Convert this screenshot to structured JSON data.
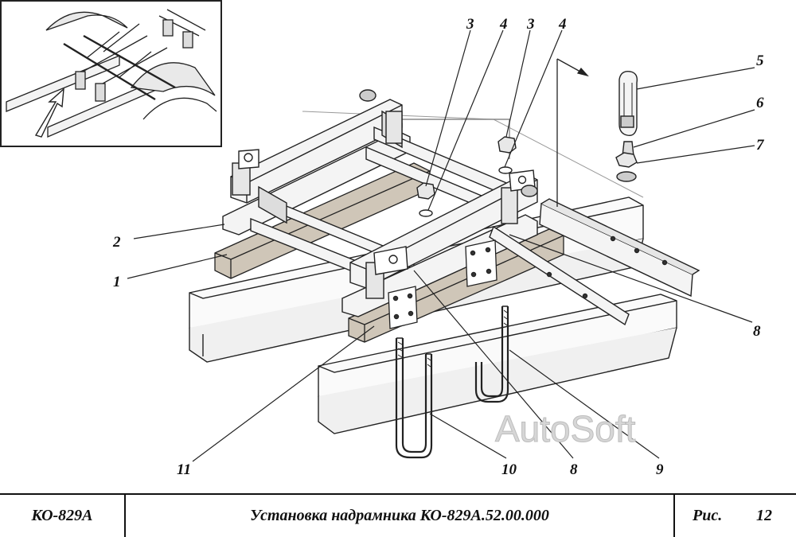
{
  "callouts": [
    {
      "id": "3a",
      "text": "3"
    },
    {
      "id": "4a",
      "text": "4"
    },
    {
      "id": "3b",
      "text": "3"
    },
    {
      "id": "4b",
      "text": "4"
    },
    {
      "id": "5",
      "text": "5"
    },
    {
      "id": "6",
      "text": "6"
    },
    {
      "id": "7",
      "text": "7"
    },
    {
      "id": "2",
      "text": "2"
    },
    {
      "id": "1",
      "text": "1"
    },
    {
      "id": "8a",
      "text": "8"
    },
    {
      "id": "11",
      "text": "11"
    },
    {
      "id": "10",
      "text": "10"
    },
    {
      "id": "8b",
      "text": "8"
    },
    {
      "id": "9",
      "text": "9"
    }
  ],
  "watermark": "AutoSoft",
  "title_block": {
    "model": "КО-829А",
    "title": "Установка надрамника КО-829А.52.00.000",
    "fig_label": "Рис.",
    "fig_number": "12"
  }
}
